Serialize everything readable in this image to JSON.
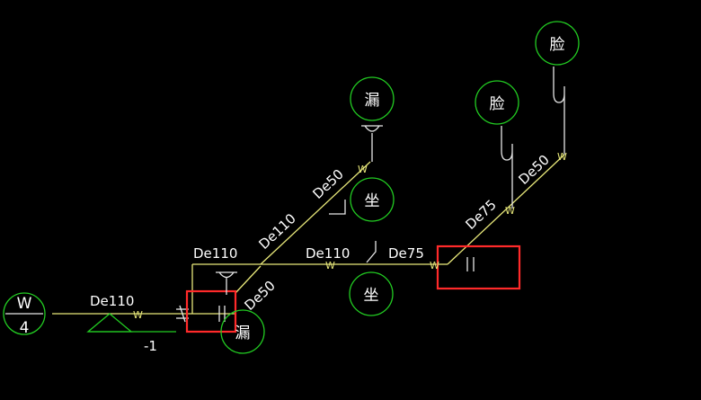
{
  "colors": {
    "background": "#000000",
    "pipe": "#e8e87a",
    "fixture": "#e6e6e6",
    "circle": "#22cc22",
    "highlight": "#ff2a2a"
  },
  "riser": {
    "top": "W",
    "bottom": "4"
  },
  "fixtures": {
    "floor_drain": "漏",
    "toilet": "坐",
    "wash_basin": "脸"
  },
  "pipe_labels": {
    "de110": "De110",
    "de75": "De75",
    "de50": "De50"
  },
  "pipe_code": "W",
  "elevation": "-1"
}
